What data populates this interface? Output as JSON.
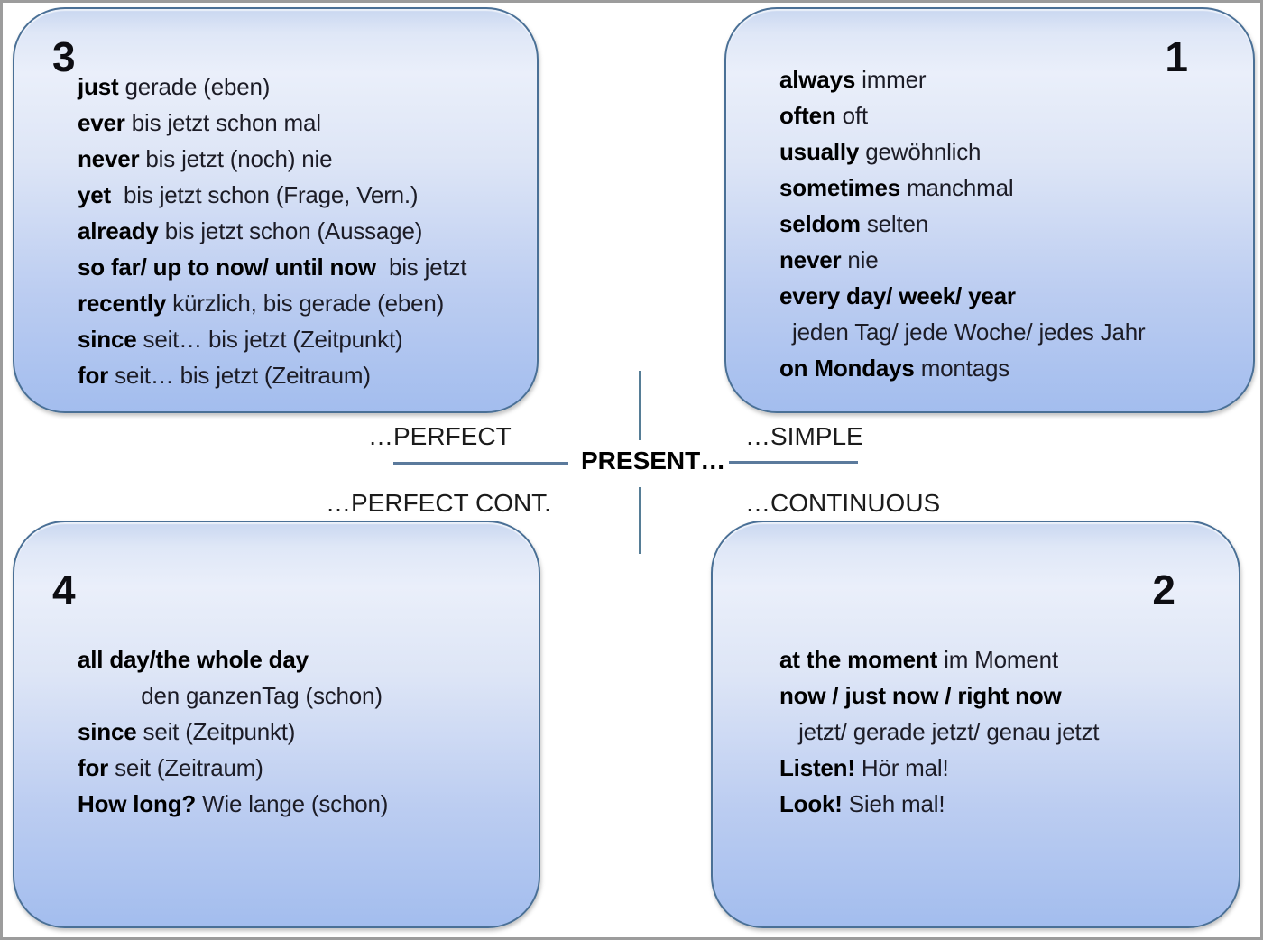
{
  "title": "Present tenses signal words chart",
  "colors": {
    "box_border": "#4a7096",
    "box_fill_top": "#eaeffa",
    "box_fill_bottom": "#a3bdee",
    "axis_line": "#567d96",
    "frame_border": "#9c9c9c",
    "text": "#1c1c26"
  },
  "center": {
    "hub": "PRESENT…",
    "perfect": "…PERFECT",
    "simple": "…SIMPLE",
    "perfect_cont": "…PERFECT CONT.",
    "continuous": "…CONTINUOUS"
  },
  "quadrants": {
    "perfect": {
      "number": "3",
      "lines": [
        {
          "bold": "just",
          "rest": " gerade (eben)"
        },
        {
          "bold": "ever",
          "rest": " bis jetzt schon mal"
        },
        {
          "bold": "never",
          "rest": " bis jetzt (noch) nie"
        },
        {
          "bold": "yet",
          "rest": "  bis jetzt schon (Frage, Vern.)"
        },
        {
          "bold": "already",
          "rest": " bis jetzt schon (Aussage)"
        },
        {
          "bold": "so far/ up to now/ until now",
          "rest": "  bis jetzt"
        },
        {
          "bold": "recently",
          "rest": " kürzlich, bis gerade (eben)"
        },
        {
          "bold": "since",
          "rest": " seit… bis jetzt (Zeitpunkt)"
        },
        {
          "bold": "for",
          "rest": " seit… bis jetzt (Zeitraum)"
        }
      ]
    },
    "simple": {
      "number": "1",
      "lines": [
        {
          "bold": "always",
          "rest": " immer"
        },
        {
          "bold": "often",
          "rest": " oft"
        },
        {
          "bold": "usually",
          "rest": " gewöhnlich"
        },
        {
          "bold": "sometimes",
          "rest": " manchmal"
        },
        {
          "bold": "seldom",
          "rest": " selten"
        },
        {
          "bold": "never",
          "rest": " nie"
        },
        {
          "bold": "every day/ week/ year",
          "rest": ""
        },
        {
          "bold": "",
          "rest": "  jeden Tag/ jede Woche/ jedes Jahr"
        },
        {
          "bold": "on Mondays",
          "rest": " montags"
        }
      ]
    },
    "perfect_cont": {
      "number": "4",
      "lines": [
        {
          "bold": "all day/the whole day",
          "rest": ""
        },
        {
          "bold": "",
          "rest": "          den ganzenTag (schon)"
        },
        {
          "bold": "since",
          "rest": " seit (Zeitpunkt)"
        },
        {
          "bold": "for",
          "rest": " seit (Zeitraum)"
        },
        {
          "bold": "How long?",
          "rest": " Wie lange (schon)"
        }
      ]
    },
    "continuous": {
      "number": "2",
      "lines": [
        {
          "bold": "at the moment",
          "rest": " im Moment"
        },
        {
          "bold": "now / just now / right now",
          "rest": ""
        },
        {
          "bold": "",
          "rest": "   jetzt/ gerade jetzt/ genau jetzt"
        },
        {
          "bold": "Listen!",
          "rest": " Hör mal!"
        },
        {
          "bold": "Look!",
          "rest": " Sieh mal!"
        }
      ]
    }
  }
}
